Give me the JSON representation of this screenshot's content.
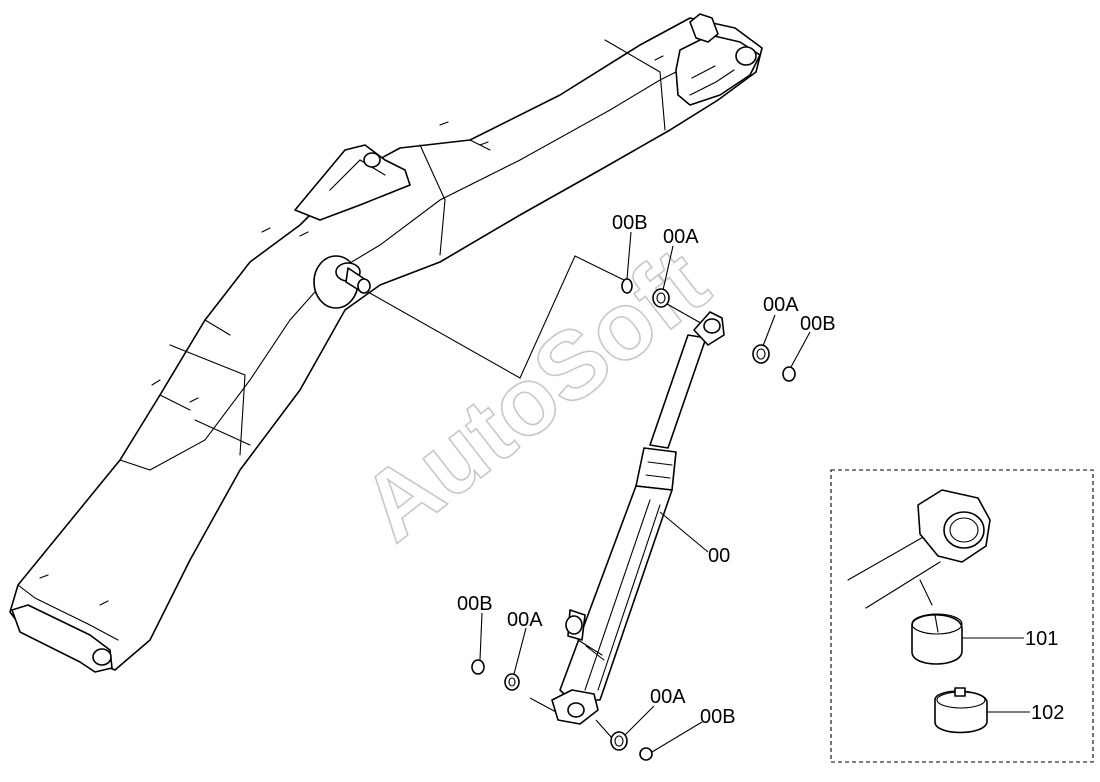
{
  "watermark": "AutoSoft",
  "parts": {
    "cylinder": "00",
    "pin_washer_top_left_a": "00A",
    "pin_washer_top_left_b": "00B",
    "pin_washer_top_right_a": "00A",
    "pin_washer_top_right_b": "00B",
    "pin_washer_bottom_left_a": "00A",
    "pin_washer_bottom_left_b": "00B",
    "pin_washer_bottom_right_a": "00A",
    "pin_washer_bottom_right_b": "00B",
    "bushing": "101",
    "snap_ring": "102"
  }
}
